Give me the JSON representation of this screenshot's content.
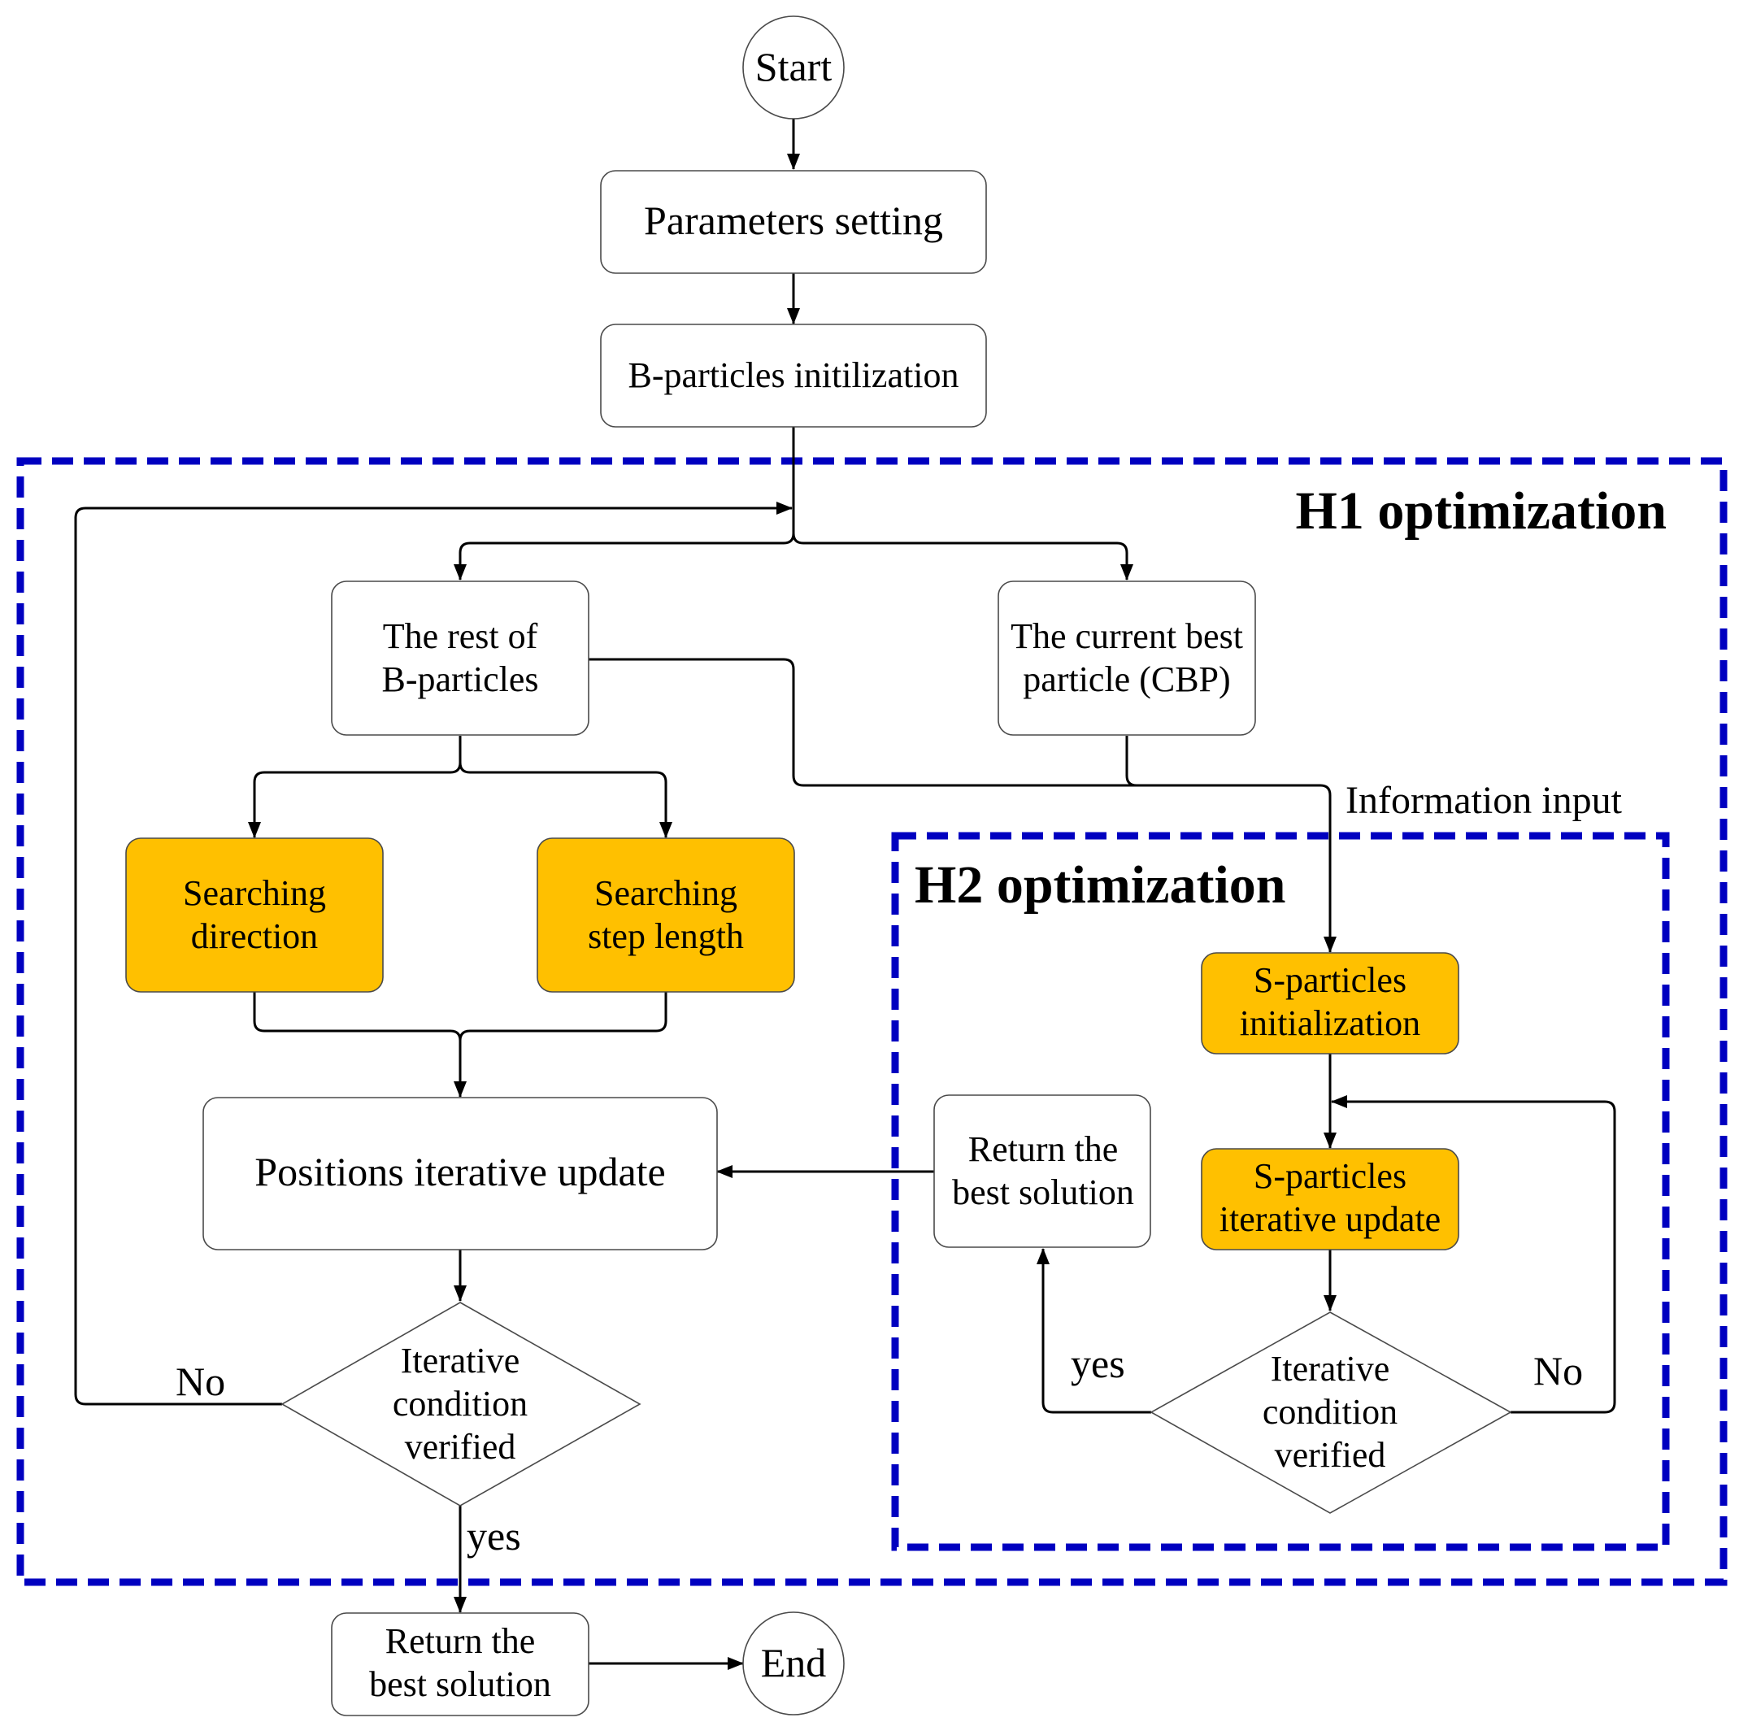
{
  "colors": {
    "accent_fill": "#FFC000",
    "group_border": "#0000C0",
    "node_border": "#4a4a4a",
    "edge": "#000000"
  },
  "groups": {
    "h1": "H1 optimization",
    "h2": "H2 optimization"
  },
  "nodes": {
    "start": "Start",
    "params": "Parameters setting",
    "binit": "B-particles initilization",
    "rest": [
      "The rest of",
      "B-particles"
    ],
    "cbp": [
      "The current best",
      "particle (CBP)"
    ],
    "sdir": [
      "Searching",
      "direction"
    ],
    "sstep": [
      "Searching",
      "step length"
    ],
    "posupd": "Positions iterative update",
    "cond1": [
      "Iterative",
      "condition",
      "verified"
    ],
    "sinit": [
      "S-particles",
      "initialization"
    ],
    "supd": [
      "S-particles",
      "iterative update"
    ],
    "cond2": [
      "Iterative",
      "condition",
      "verified"
    ],
    "ret2": [
      "Return the",
      "best solution"
    ],
    "ret1": [
      "Return the",
      "best solution"
    ],
    "end": "End"
  },
  "edge_labels": {
    "info_input": "Information input",
    "no1": "No",
    "yes1": "yes",
    "yes2": "yes",
    "no2": "No"
  }
}
